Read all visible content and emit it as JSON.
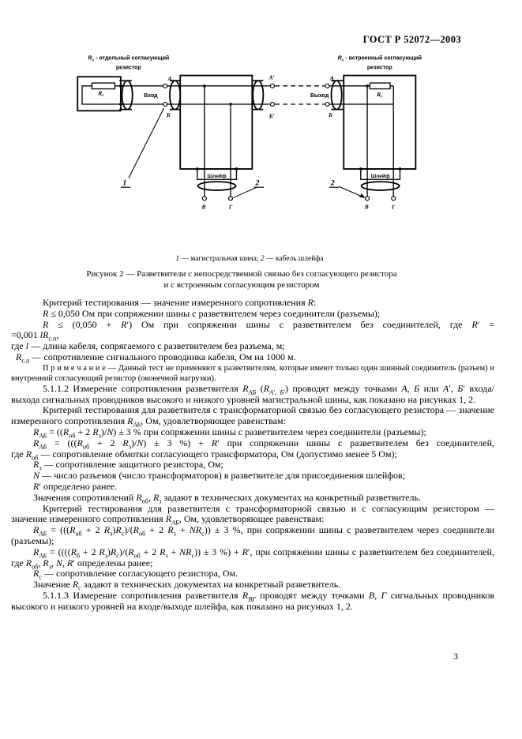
{
  "page": {
    "header": "ГОСТ Р 52072—2003",
    "page_number": "3"
  },
  "figure": {
    "left_unit_label": {
      "r": "R",
      "sub": "с",
      "rest": " - отдельный согласующий",
      "line2": "резистор"
    },
    "right_unit_label": {
      "r": "R",
      "sub": "с",
      "rest": " - встроенный согласующий",
      "line2": "резистор"
    },
    "resistor": {
      "r": "R",
      "sub": "с"
    },
    "input": "Вход",
    "output": "Выход",
    "loop": "Шлейф",
    "points": {
      "a": "А",
      "b": "Б",
      "a_prime": "А′",
      "b_prime": "Б′",
      "v": "В",
      "g": "Г"
    },
    "callouts": {
      "one": "1",
      "two": "2"
    },
    "legend": "*1* — магистральная шина; *2* — кабель шлейфа",
    "caption_line1": "Рисунок 2 — Разветвители с непосредственной связью без согласующего резистора",
    "caption_line2": "и с встроенным согласующим резистором"
  },
  "body": {
    "paragraphs": [
      {
        "cls": "ind3",
        "text": "Критерий тестирования — значение измеренного сопротивления *R*:"
      },
      {
        "cls": "ind3",
        "text": "*R* ≤ 0,050 Ом при сопряжении шины с разветвителем через соединители (разъемы);"
      },
      {
        "cls": "ind3 stretch",
        "text": "*R* ≤ (0,050 + *R*′) Ом при сопряжении шины с разветвителем без соединителей, где *R*′ ="
      },
      {
        "cls": "ind0",
        "text": "=0,001 *lR*~с.п~,"
      },
      {
        "cls": "ind0",
        "text": "где *l* — длина кабеля, сопрягаемого с разветвителем без разъема, м;"
      },
      {
        "cls": "ind1",
        "text": "*R*~с.п~ — сопротивление сигнального проводника кабеля, Ом на 1000 м."
      },
      {
        "cls": "note ind3",
        "text": "П р и м е ч а н и е — Данный тест не применяют к разветвителям, которые имеют только один шинный соединитель (разъем) и внутренний согласующий резистор (оконечной нагрузки)."
      },
      {
        "cls": "ind3",
        "text": "5.1.1.2 Измерение сопротивления разветвителя *R*~*АБ*~ (*R*~*А′, Б′*~) проводят между точками *А*, *Б* или *А*′, *Б*′ входа/выхода сигнальных проводников высокого и низкого уровней магистральной шины, как показано на рисунках 1, 2."
      },
      {
        "cls": "ind3",
        "text": "Критерий тестирования для разветвителя с трансформаторной связью без согласующего резистора — значение измеренного сопротивления *R*~*АБ*~, Ом, удовлетворяющее равенствам:"
      },
      {
        "cls": "ind2",
        "text": "*R*~*АБ*~ = ((*R*~об~ + 2 *R*~з~)/*N*) ± 3 % при сопряжении шины с разветвителем через соединители (разъемы);"
      },
      {
        "cls": "ind2 stretch",
        "text": "*R*~*АБ*~ = (((*R*~об~ + 2 *R*~з~)/*N*) ± 3 %) + *R*′ при сопряжении шины с разветвителем без соединителей,"
      },
      {
        "cls": "ind0",
        "text": "где *R*~об~ — сопротивление обмотки согласующего трансформатора, Ом (допустимо менее 5 Ом);"
      },
      {
        "cls": "ind2",
        "text": "*R*~з~ — сопротивление защитного резистора, Ом;"
      },
      {
        "cls": "ind2",
        "text": "*N* — число разъемов (число трансформаторов) в разветвителе для присоединения шлейфов;"
      },
      {
        "cls": "ind2",
        "text": "*R*′ определено ранее."
      },
      {
        "cls": "ind2",
        "text": "Значения сопротивлений *R*~об~, *R*~з~ задают в технических документах на конкретный разветвитель."
      },
      {
        "cls": "ind3",
        "text": "Критерий тестирования для разветвителя с трансформаторной связью и с согласующим резистором — значение измеренного сопротивления *R*~*АБ*~, Ом, удовлетворяющее равенствам:"
      },
      {
        "cls": "ind2",
        "text": "*R*~*АБ*~ = (((*R*~об~ + 2 *R*~з~)*R*~с~)/(*R*~об~ + 2 *R*~з~ + *NR*~с~)) ± 3 %, при сопряжении шины с разветвителем через соединители (разъемы);"
      },
      {
        "cls": "ind2",
        "text": "*R*~*АБ*~ = ((((*R*~б~ + 2 *R*~з~)*R*~с~)/(*R*~об~ + 2 *R*~з~ + *NR*~с~)) ± 3 %) + *R*′, при сопряжении шины с разветвителем без соединителей, где *R*~об~, *R*~з~, *N*, *R*′ определены ранее;"
      },
      {
        "cls": "ind2",
        "text": "*R*~с~ — сопротивление согласующего резистора, Ом."
      },
      {
        "cls": "ind2",
        "text": "Значение *R*~с~ задают в технических документах на конкретный разветвитель."
      },
      {
        "cls": "ind3",
        "text": "5.1.1.3 Измерение сопротивления разветвителя *R*~*ВГ*~ проводят между точками *В*, *Г* сигнальных проводников высокого и низкого уровней на входе/выходе шлейфа, как показано на рисунках 1, 2."
      }
    ]
  }
}
